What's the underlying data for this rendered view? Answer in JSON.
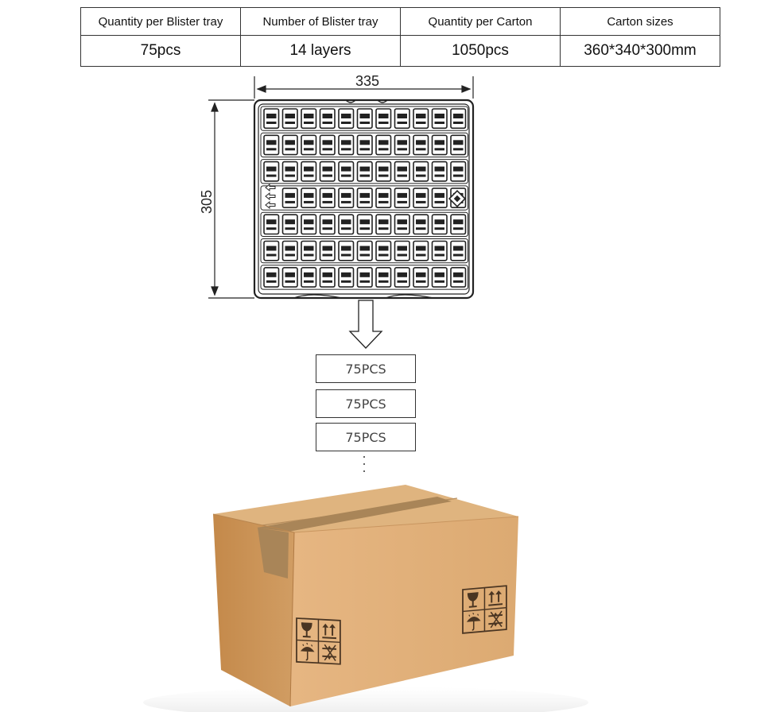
{
  "spec_table": {
    "headers": [
      "Quantity per Blister tray",
      "Number of Blister tray",
      "Quantity per Carton",
      "Carton sizes"
    ],
    "values": [
      "75pcs",
      "14 layers",
      "1050pcs",
      "360*340*300mm"
    ]
  },
  "tray_drawing": {
    "width_dimension": "335",
    "height_dimension": "305",
    "cavity_rows": 7,
    "cavity_columns": 11
  },
  "stack": {
    "layer_labels": [
      "75PCS",
      "75PCS",
      "75PCS"
    ]
  },
  "carton": {
    "icons": [
      "fragile-glass-icon",
      "this-way-up-icon",
      "keep-dry-umbrella-icon",
      "do-not-stack-icon"
    ]
  },
  "colors": {
    "line": "#222222",
    "carton_front": "#c99456",
    "carton_side": "#e0b07a",
    "carton_top": "#deb47c",
    "tape": "#a98558"
  }
}
